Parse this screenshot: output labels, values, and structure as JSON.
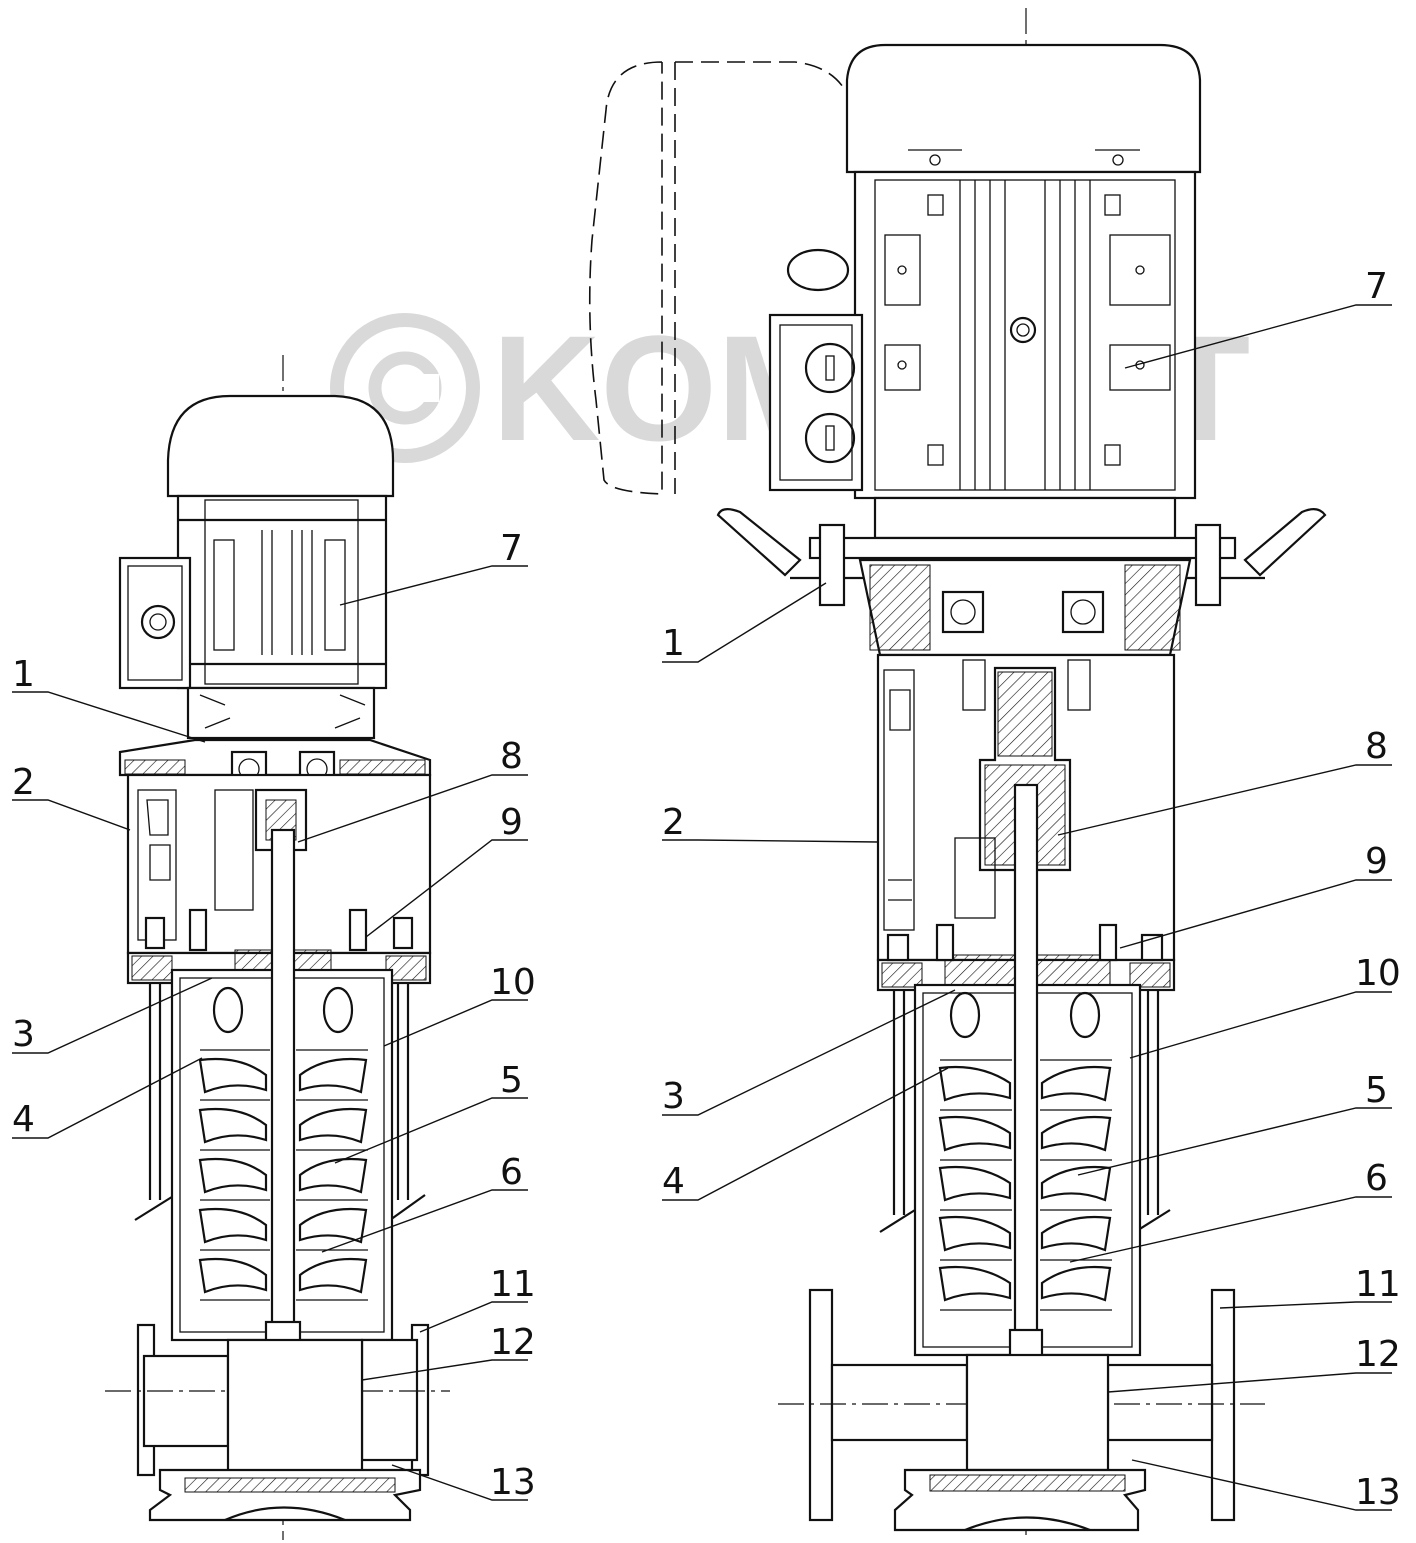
{
  "watermark": {
    "text": "KOMFORT",
    "logo": "copyright-circle-logo"
  },
  "left_pump": {
    "callouts": [
      {
        "num": "1"
      },
      {
        "num": "2"
      },
      {
        "num": "3"
      },
      {
        "num": "4"
      },
      {
        "num": "5"
      },
      {
        "num": "6"
      },
      {
        "num": "7"
      },
      {
        "num": "8"
      },
      {
        "num": "9"
      },
      {
        "num": "10"
      },
      {
        "num": "11"
      },
      {
        "num": "12"
      },
      {
        "num": "13"
      }
    ]
  },
  "right_pump": {
    "callouts": [
      {
        "num": "1"
      },
      {
        "num": "2"
      },
      {
        "num": "3"
      },
      {
        "num": "4"
      },
      {
        "num": "5"
      },
      {
        "num": "6"
      },
      {
        "num": "7"
      },
      {
        "num": "8"
      },
      {
        "num": "9"
      },
      {
        "num": "10"
      },
      {
        "num": "11"
      },
      {
        "num": "12"
      },
      {
        "num": "13"
      }
    ]
  }
}
